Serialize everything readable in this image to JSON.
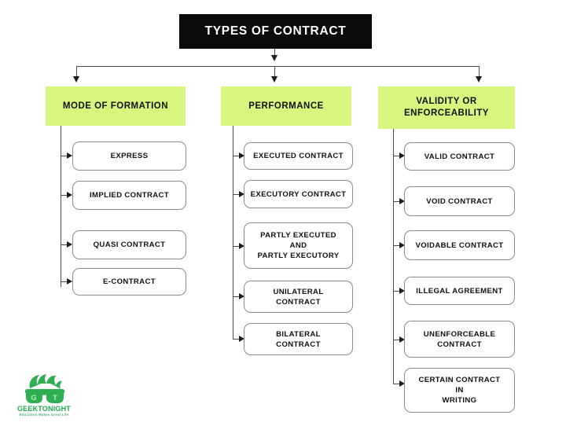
{
  "title": {
    "label": "TYPES OF CONTRACT"
  },
  "categories": [
    {
      "label": "MODE OF FORMATION"
    },
    {
      "label": "PERFORMANCE"
    },
    {
      "label": "VALIDITY OR\nENFORCEABILITY"
    }
  ],
  "branches": [
    {
      "parent": "MODE OF FORMATION",
      "items": [
        {
          "label": "EXPRESS"
        },
        {
          "label": "IMPLIED CONTRACT"
        },
        {
          "label": "QUASI CONTRACT"
        },
        {
          "label": "E-CONTRACT"
        }
      ]
    },
    {
      "parent": "PERFORMANCE",
      "items": [
        {
          "label": "EXECUTED CONTRACT"
        },
        {
          "label": "EXECUTORY CONTRACT"
        },
        {
          "label": "PARTLY EXECUTED\nAND\nPARTLY EXECUTORY"
        },
        {
          "label": "UNILATERAL\nCONTRACT"
        },
        {
          "label": "BILATERAL\nCONTRACT"
        }
      ]
    },
    {
      "parent": "VALIDITY OR ENFORCEABILITY",
      "items": [
        {
          "label": "VALID CONTRACT"
        },
        {
          "label": "VOID CONTRACT"
        },
        {
          "label": "VOIDABLE CONTRACT"
        },
        {
          "label": "ILLEGAL AGREEMENT"
        },
        {
          "label": "UNENFORCEABLE\nCONTRACT"
        },
        {
          "label": "CERTAIN CONTRACT\nIN\nWRITING"
        }
      ]
    }
  ],
  "logo": {
    "wordmark": "GEEKTONIGHT",
    "tagline": "Education Makes Great Life",
    "lens_left": "G",
    "lens_right": "T"
  },
  "colors": {
    "title_bg": "#0b0b0b",
    "title_text": "#ffffff",
    "category_bg": "#d7f67e",
    "category_text": "#111111",
    "leaf_bg": "#ffffff",
    "leaf_border": "#8c8c8c",
    "leaf_text": "#111111",
    "connector": "#4a4a4a",
    "arrow": "#1d1d1d",
    "logo_green": "#1faa4b",
    "page_bg": "#ffffff"
  }
}
